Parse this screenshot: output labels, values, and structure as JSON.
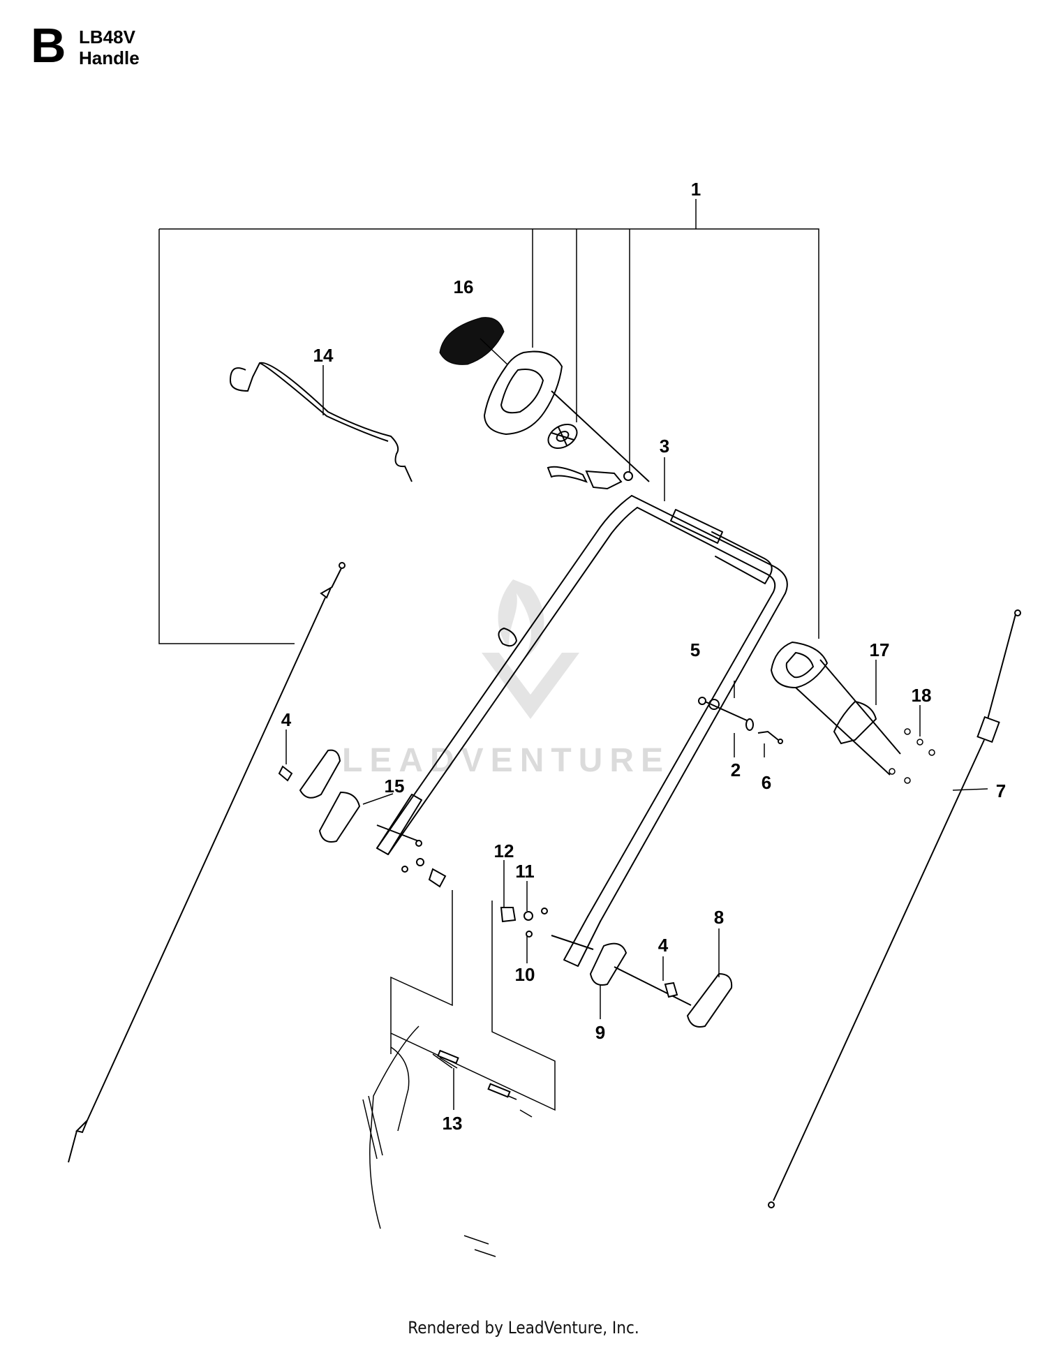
{
  "header": {
    "section_letter": "B",
    "model": "LB48V",
    "title": "Handle"
  },
  "watermark": "LEADVENTURE",
  "footer": "Rendered by LeadVenture, Inc.",
  "callouts": [
    "1",
    "16",
    "14",
    "3",
    "5",
    "17",
    "18",
    "4",
    "15",
    "2",
    "6",
    "7",
    "12",
    "11",
    "8",
    "4",
    "10",
    "9",
    "13"
  ],
  "colors": {
    "line": "#000000",
    "part_fill": "#ffffff",
    "dark_part": "#111111",
    "watermark": "#d8d8d8"
  }
}
